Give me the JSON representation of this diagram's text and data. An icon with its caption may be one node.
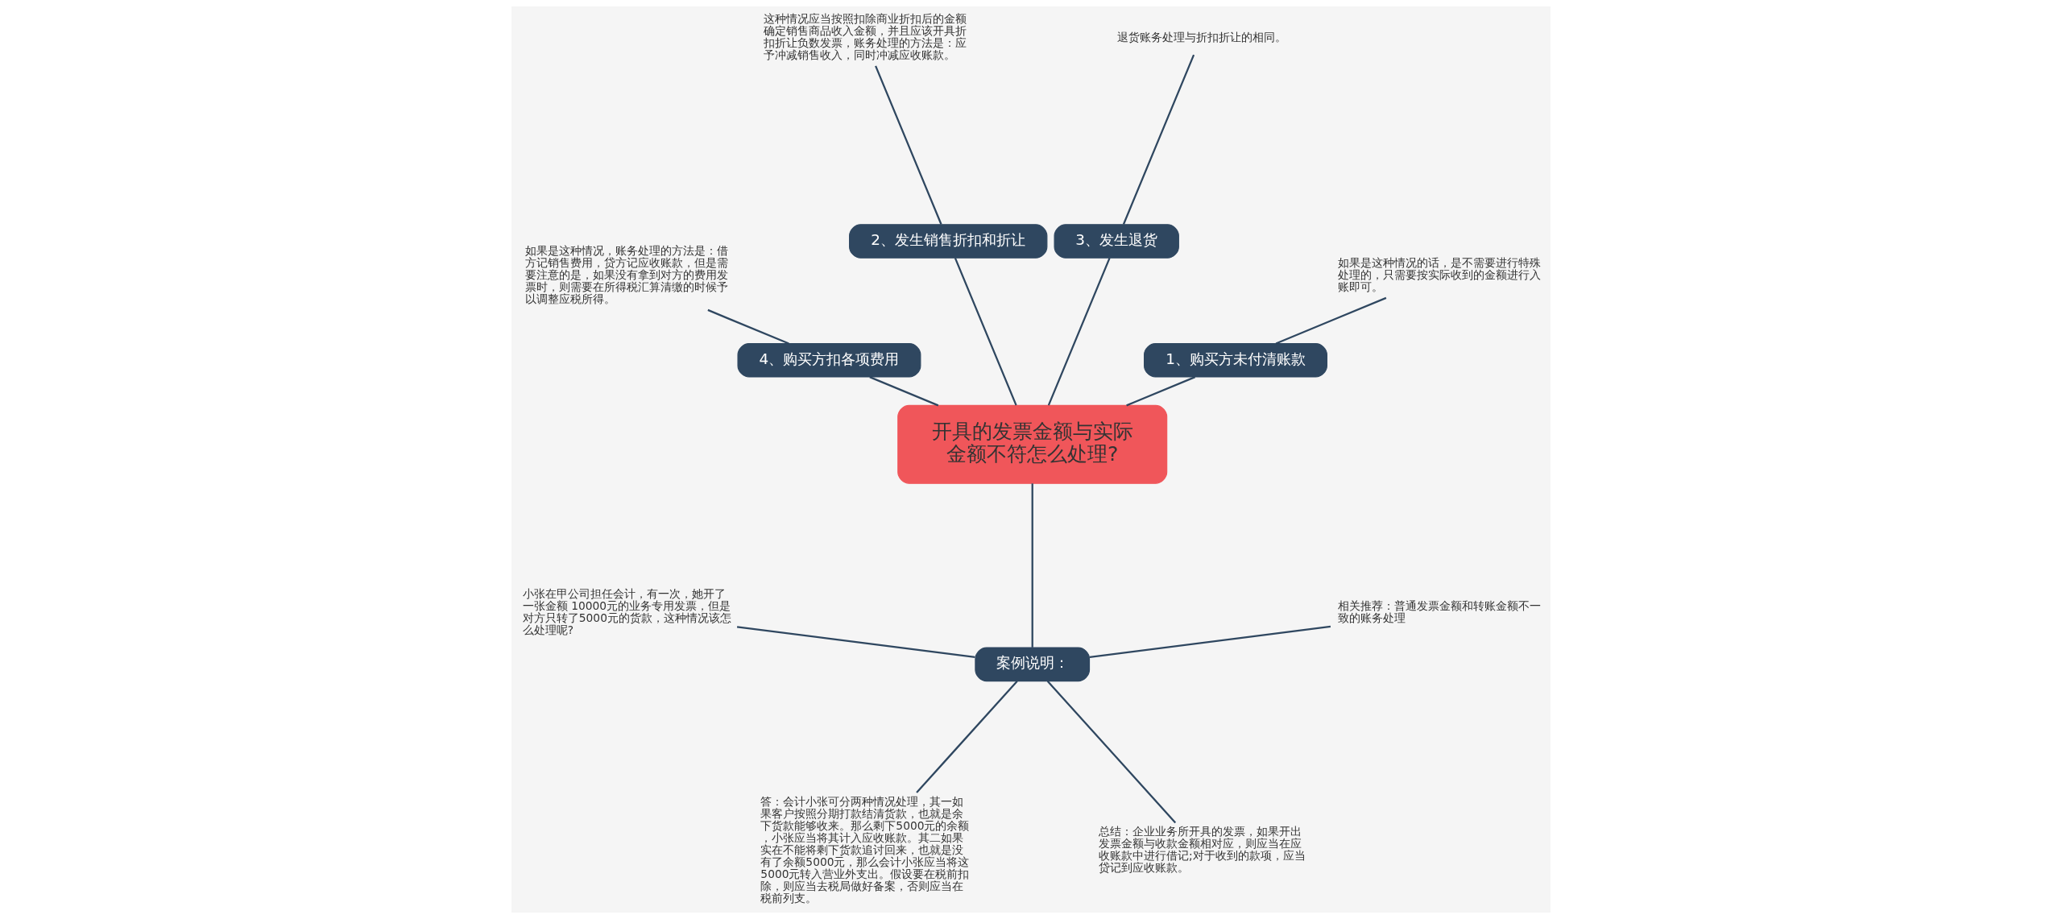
{
  "diagram": {
    "nodes": [
      {
        "text": [
          "开具的发票金额与实际金额不符怎么处理?"
        ]
      },
      {
        "text": [
          "1、购买方未付清账款"
        ]
      },
      {
        "text": [
          "如果是这种情况的话，是不需要进行特殊处理的，只需要按实际收到的金额进行入账即可。"
        ]
      },
      {
        "text": [
          "3、发生退货"
        ]
      },
      {
        "text": [
          "退货账务处理与折扣折让的相同。"
        ]
      },
      {
        "text": [
          "2、发生销售折扣和折让"
        ]
      },
      {
        "text": [
          "这种情况应当按照扣除商业折扣后的金额确定销售商品收入金额，并且应该开具折扣折让负数发票，账务处理的方法是：应予冲减销售收入，同时冲减应收账款。"
        ]
      },
      {
        "text": [
          "4、购买方扣各项费用"
        ]
      },
      {
        "text": [
          "如果是这种情况，账务处理的方法是：借方记销售费用，贷方记应收账款，但是需要注意的是，如果没有拿到对方的费用发票时，则需要在所得税汇算清缴的时候予以调整应税所得。"
        ]
      },
      {
        "text": [
          "案例说明："
        ]
      },
      {
        "text": [
          "小张在甲公司担任会计，有一次，她开了一张金额 10000元的业务专用发票，但是对方只转了5000元的货款，这种情况该怎么处理呢?"
        ]
      },
      {
        "text": [
          "答：会计小张可分两种情况处理，其一如果客户按照分期打款结清货款，也就是余下货款能够收来。那么剩下5000元的余额，小张应当将其计入应收账款。其二如果实在不能将剩下货款追讨回来，也就是没有了余额5000元，那么会计小张应当将这5000元转入营业外支出。假设要在税前扣除，则应当去税局做好备案，否则应当在税前列支。"
        ]
      },
      {
        "text": [
          "总结：企业业务所开具的发票，如果开出发票金额与收款金额相对应，则应当在应收账款中进行借记;对于收到的款项，应当贷记到应收账款。"
        ]
      },
      {
        "text": [
          "相关推荐：普通发票金额和转账金额不一致的账务处理"
        ]
      }
    ],
    "edges": [
      {
        "from": 0,
        "to": 1,
        "arrow": "none"
      },
      {
        "from": 1,
        "to": 2,
        "arrow": "none"
      },
      {
        "from": 0,
        "to": 3,
        "arrow": "none"
      },
      {
        "from": 3,
        "to": 4,
        "arrow": "none"
      },
      {
        "from": 0,
        "to": 5,
        "arrow": "none"
      },
      {
        "from": 5,
        "to": 6,
        "arrow": "none"
      },
      {
        "from": 0,
        "to": 7,
        "arrow": "none"
      },
      {
        "from": 7,
        "to": 8,
        "arrow": "none"
      },
      {
        "from": 0,
        "to": 9,
        "arrow": "none"
      },
      {
        "from": 9,
        "to": 10,
        "arrow": "none"
      },
      {
        "from": 9,
        "to": 11,
        "arrow": "none"
      },
      {
        "from": 9,
        "to": 12,
        "arrow": "none"
      },
      {
        "from": 9,
        "to": 13,
        "arrow": "none"
      }
    ]
  }
}
